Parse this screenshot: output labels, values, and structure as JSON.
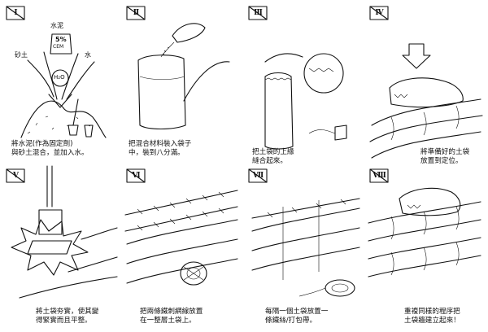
{
  "steps": [
    {
      "num": "I",
      "caption": "將水泥(作為固定劑)\n與砂土混合，並加入水。",
      "labels": {
        "cement": "水泥",
        "soil": "砂土",
        "water": "水",
        "water_chem": "H₂O",
        "ratio": "5%",
        "unit": "CEM"
      }
    },
    {
      "num": "II",
      "caption": "把混合材料裝入袋子\n中，裝到八分滿。"
    },
    {
      "num": "III",
      "caption": "把土袋的上緣\n縫合起來。"
    },
    {
      "num": "IV",
      "caption": "將準備好的土袋\n放置到定位。"
    },
    {
      "num": "V",
      "caption": "將土袋夯實，使其變\n得緊實而且平整。"
    },
    {
      "num": "VI",
      "caption": "把兩條鐵刺網線放置\n在一整層土袋上。"
    },
    {
      "num": "VII",
      "caption": "每隔一個土袋放置一\n條鐵絲/打包帶。"
    },
    {
      "num": "VIII",
      "caption": "重複同樣的程序把\n土袋牆建立起來！"
    }
  ]
}
